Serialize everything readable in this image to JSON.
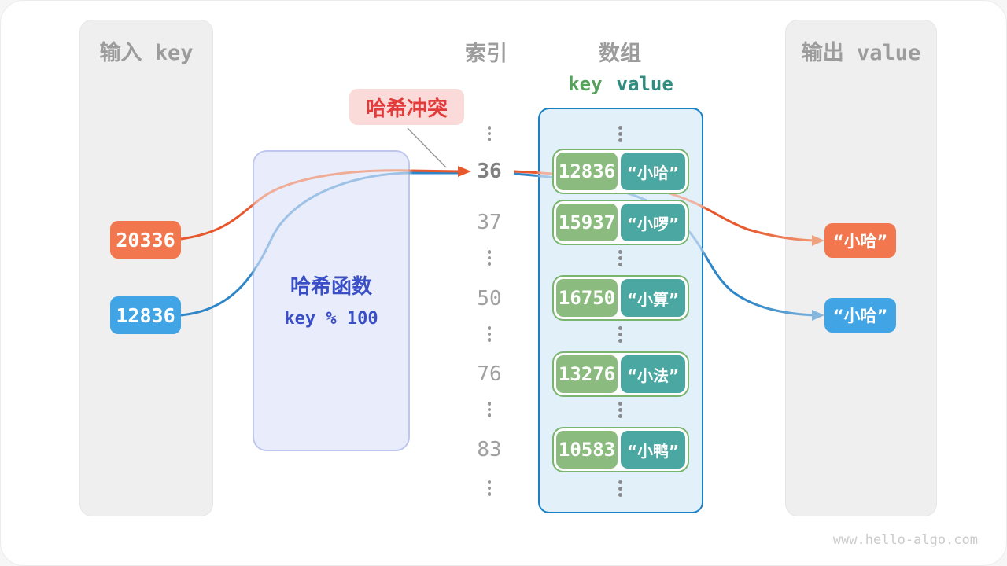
{
  "watermark": "www.hello-algo.com",
  "colors": {
    "orange": "#F2764E",
    "blue": "#41A4E5",
    "key_green": "#8CBB80",
    "value_teal": "#4BA7A1",
    "pair_border_green": "#7AB56F",
    "array_border_blue": "#1A80C4",
    "hash_box_fill": "#E9ECFA",
    "hash_text_indigo": "#3A4FC5",
    "collision_red": "#E23B3B",
    "collision_bg": "#FBDBDA",
    "panel_gray": "#EFEFEF",
    "muted_gray_text": "#9C9C9C",
    "curve_orange": "#E8582E",
    "curve_blue": "#2E86C8"
  },
  "input_panel": {
    "title": "输入 key",
    "keys": [
      {
        "value": "20336"
      },
      {
        "value": "12836"
      }
    ]
  },
  "hash_function": {
    "name": "哈希函数",
    "formula": "key % 100"
  },
  "collision_label": {
    "text": "哈希冲突"
  },
  "index_column": {
    "header": "索引",
    "values": [
      "36",
      "37",
      "50",
      "76",
      "83"
    ],
    "highlighted": "36"
  },
  "array": {
    "header": "数组",
    "key_label": "key",
    "value_label": "value",
    "entries": [
      {
        "key": "12836",
        "value": "“小哈”"
      },
      {
        "key": "15937",
        "value": "“小啰”"
      },
      {
        "key": "16750",
        "value": "“小算”"
      },
      {
        "key": "13276",
        "value": "“小法”"
      },
      {
        "key": "10583",
        "value": "“小鸭”"
      }
    ]
  },
  "output_panel": {
    "title": "输出 value",
    "values": [
      {
        "text": "“小哈”"
      },
      {
        "text": "“小哈”"
      }
    ]
  }
}
